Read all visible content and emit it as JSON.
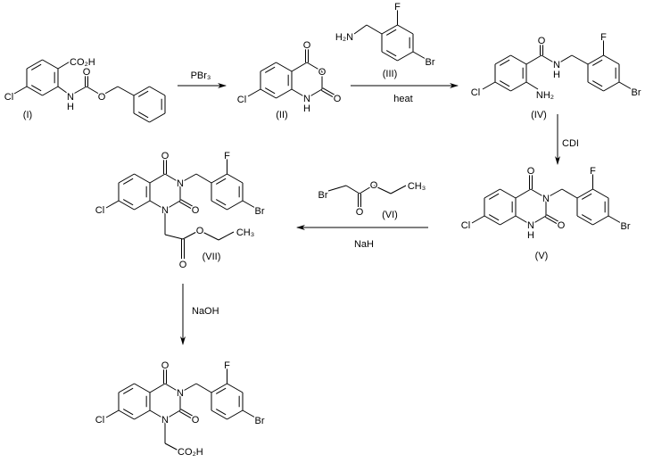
{
  "compounds": {
    "I": "(I)",
    "II": "(II)",
    "III": "(III)",
    "IV": "(IV)",
    "V": "(V)",
    "VI": "(VI)",
    "VII": "(VII)"
  },
  "conditions": {
    "step1": "PBr₃",
    "step2": "heat",
    "step3": "CDI",
    "step4": "NaH",
    "step5": "NaOH"
  },
  "atoms": {
    "cl": "Cl",
    "br": "Br",
    "f": "F",
    "o": "O",
    "n": "N",
    "h": "H",
    "co2h": "CO₂H",
    "nh2": "NH₂",
    "h2n": "H₂N",
    "ch3": "CH₃"
  }
}
